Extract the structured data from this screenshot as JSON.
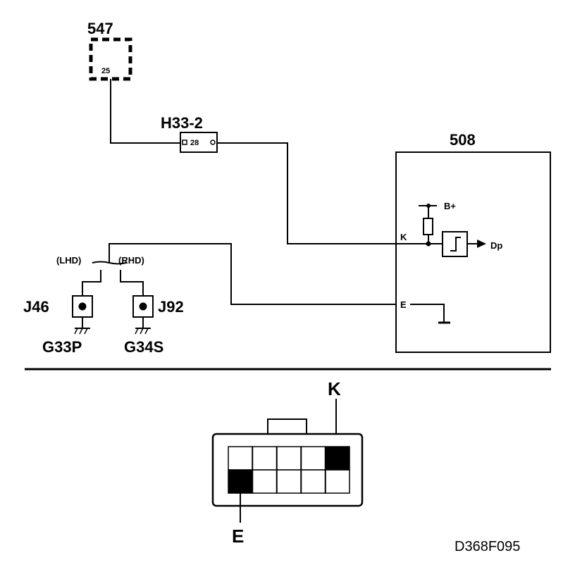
{
  "title_code": "D368F095",
  "components": {
    "c547": {
      "label": "547",
      "pin": "25"
    },
    "h33": {
      "label": "H33-2",
      "pin": "28"
    },
    "c508": {
      "label": "508",
      "supply": "B+",
      "terminal_k": "K",
      "terminal_e": "E",
      "output": "Dp"
    },
    "switch": {
      "left_label": "(LHD)",
      "right_label": "(RHD)"
    },
    "j46": {
      "label": "J46",
      "ground": "G33P"
    },
    "j92": {
      "label": "J92",
      "ground": "G34S"
    }
  },
  "connector": {
    "pin_k_label": "K",
    "pin_e_label": "E",
    "rows": 2,
    "cols": 5,
    "filled_top": [
      4
    ],
    "filled_bottom": [
      0
    ]
  }
}
